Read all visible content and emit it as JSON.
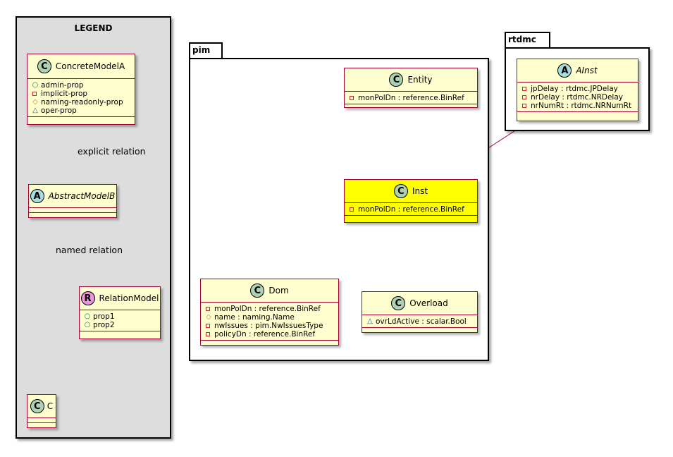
{
  "legend": {
    "title": "LEGEND",
    "classes": {
      "concrete_a": {
        "stereotype": "C",
        "name": "ConcreteModelA",
        "attributes": [
          {
            "vis": "public",
            "text": "admin-prop"
          },
          {
            "vis": "private",
            "text": "implicit-prop"
          },
          {
            "vis": "protected",
            "text": "naming-readonly-prop"
          },
          {
            "vis": "package",
            "text": "oper-prop"
          }
        ]
      },
      "abstract_b": {
        "stereotype": "A",
        "name": "AbstractModelB"
      },
      "relation_model": {
        "stereotype": "R",
        "name": "RelationModel",
        "attributes": [
          {
            "vis": "public",
            "text": "prop1"
          },
          {
            "vis": "public",
            "text": "prop2"
          }
        ]
      },
      "c": {
        "stereotype": "C",
        "name": "C"
      }
    },
    "relations": {
      "explicit": "explicit relation",
      "named": "named relation"
    }
  },
  "packages": {
    "pim": {
      "name": "pim"
    },
    "rtdmc": {
      "name": "rtdmc"
    }
  },
  "classes": {
    "entity": {
      "stereotype": "C",
      "name": "Entity",
      "attributes": [
        {
          "vis": "private",
          "text": "monPolDn : reference.BinRef"
        }
      ]
    },
    "inst": {
      "stereotype": "C",
      "name": "Inst",
      "highlight_color": "#ffff00",
      "attributes": [
        {
          "vis": "private",
          "text": "monPolDn : reference.BinRef"
        }
      ]
    },
    "dom": {
      "stereotype": "C",
      "name": "Dom",
      "attributes": [
        {
          "vis": "private",
          "text": "monPolDn : reference.BinRef"
        },
        {
          "vis": "protected",
          "text": "name : naming.Name"
        },
        {
          "vis": "private",
          "text": "nwIssues : pim.NwIssuesType"
        },
        {
          "vis": "private",
          "text": "policyDn : reference.BinRef"
        }
      ]
    },
    "overload": {
      "stereotype": "C",
      "name": "Overload",
      "attributes": [
        {
          "vis": "package",
          "text": "ovrLdActive : scalar.Bool"
        }
      ]
    },
    "ainst": {
      "stereotype": "A",
      "name": "AInst",
      "attributes": [
        {
          "vis": "private",
          "text": "jpDelay : rtdmc.JPDelay"
        },
        {
          "vis": "private",
          "text": "nrDelay : rtdmc.NRDelay"
        },
        {
          "vis": "private",
          "text": "nrNumRt : rtdmc.NRNumRt"
        }
      ]
    }
  },
  "colors": {
    "class_fill": "#fefece",
    "class_border": "#a80036",
    "highlight": "#ffff00",
    "legend_fill": "#dddddd",
    "circle_class": "#add1b2",
    "circle_abstract": "#a9dcdf",
    "circle_relation": "#eb93df"
  }
}
